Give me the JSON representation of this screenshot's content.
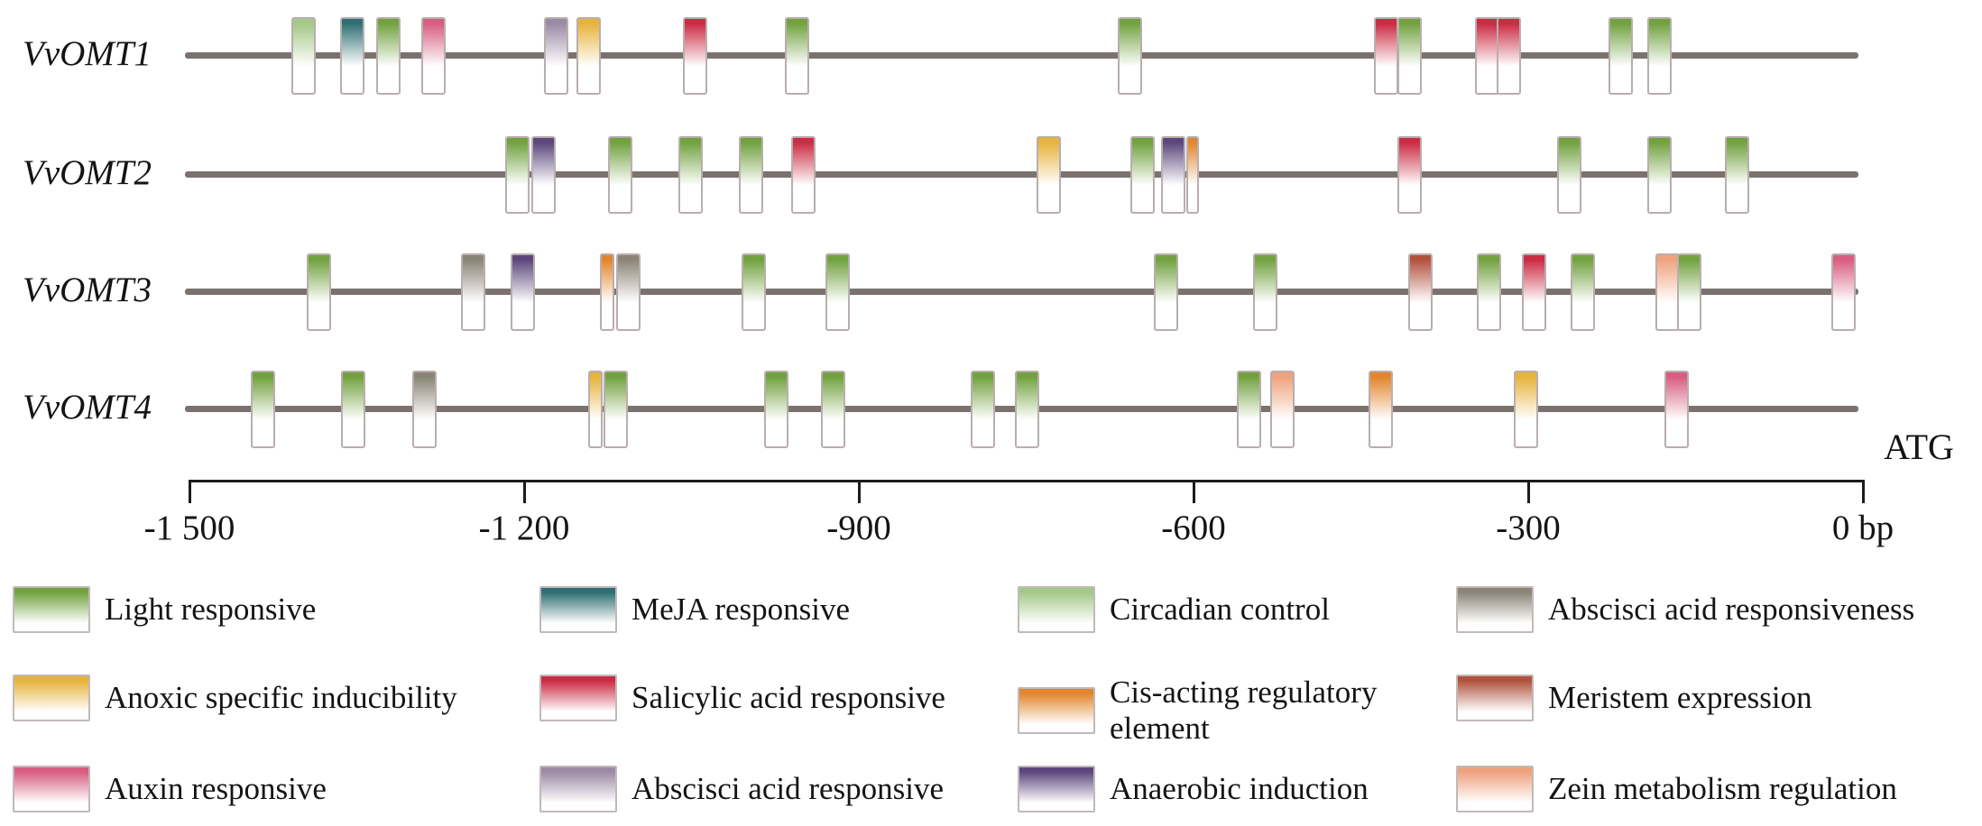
{
  "figure": {
    "atg_label": "ATG",
    "axis": {
      "ticks": [
        {
          "label": "-1 500",
          "bp": -1500
        },
        {
          "label": "-1 200",
          "bp": -1200
        },
        {
          "label": "-900",
          "bp": -900
        },
        {
          "label": "-600",
          "bp": -600
        },
        {
          "label": "-300",
          "bp": -300
        },
        {
          "label": "0 bp",
          "bp": 0
        }
      ]
    },
    "palette": {
      "light": "#72a23f",
      "circadian": "#a4c887",
      "meja": "#2f6f74",
      "anoxic": "#e6b33c",
      "salicylic": "#cb2b43",
      "auxin": "#d75d82",
      "aba_responsive": "#9b8aa5",
      "anaerobic": "#5c477c",
      "cis_acting": "#e2852d",
      "aba_responsiveness": "#8b8577",
      "meristem": "#b1523f",
      "zein": "#eea27e"
    },
    "genes": [
      {
        "name": "VvOMT1",
        "elements": [
          {
            "bp": -1398,
            "type": "circadian"
          },
          {
            "bp": -1354,
            "type": "meja"
          },
          {
            "bp": -1322,
            "type": "light"
          },
          {
            "bp": -1281,
            "type": "auxin"
          },
          {
            "bp": -1171,
            "type": "aba_responsive"
          },
          {
            "bp": -1142,
            "type": "anoxic"
          },
          {
            "bp": -1047,
            "type": "salicylic"
          },
          {
            "bp": -955,
            "type": "light"
          },
          {
            "bp": -657,
            "type": "light"
          },
          {
            "bp": -427,
            "type": "salicylic"
          },
          {
            "bp": -406,
            "type": "light"
          },
          {
            "bp": -337,
            "type": "salicylic"
          },
          {
            "bp": -317,
            "type": "salicylic"
          },
          {
            "bp": -217,
            "type": "light"
          },
          {
            "bp": -182,
            "type": "light"
          }
        ]
      },
      {
        "name": "VvOMT2",
        "elements": [
          {
            "bp": -1206,
            "type": "light"
          },
          {
            "bp": -1183,
            "type": "anaerobic"
          },
          {
            "bp": -1114,
            "type": "light"
          },
          {
            "bp": -1051,
            "type": "light"
          },
          {
            "bp": -997,
            "type": "light"
          },
          {
            "bp": -950,
            "type": "salicylic"
          },
          {
            "bp": -730,
            "type": "anoxic"
          },
          {
            "bp": -646,
            "type": "light"
          },
          {
            "bp": -618,
            "type": "anaerobic"
          },
          {
            "bp": -601,
            "type": "cis_acting",
            "w": 14
          },
          {
            "bp": -406,
            "type": "salicylic"
          },
          {
            "bp": -263,
            "type": "light"
          },
          {
            "bp": -182,
            "type": "light"
          },
          {
            "bp": -113,
            "type": "light"
          }
        ]
      },
      {
        "name": "VvOMT3",
        "elements": [
          {
            "bp": -1384,
            "type": "light"
          },
          {
            "bp": -1246,
            "type": "aba_responsiveness"
          },
          {
            "bp": -1201,
            "type": "anaerobic"
          },
          {
            "bp": -1126,
            "type": "cis_acting",
            "w": 16
          },
          {
            "bp": -1107,
            "type": "aba_responsiveness"
          },
          {
            "bp": -994,
            "type": "light"
          },
          {
            "bp": -919,
            "type": "light"
          },
          {
            "bp": -625,
            "type": "light"
          },
          {
            "bp": -536,
            "type": "light"
          },
          {
            "bp": -397,
            "type": "meristem"
          },
          {
            "bp": -335,
            "type": "light"
          },
          {
            "bp": -295,
            "type": "salicylic"
          },
          {
            "bp": -251,
            "type": "light"
          },
          {
            "bp": -175,
            "type": "zein"
          },
          {
            "bp": -156,
            "type": "light"
          },
          {
            "bp": -17,
            "type": "auxin"
          }
        ]
      },
      {
        "name": "VvOMT4",
        "elements": [
          {
            "bp": -1434,
            "type": "light"
          },
          {
            "bp": -1353,
            "type": "light"
          },
          {
            "bp": -1289,
            "type": "aba_responsiveness"
          },
          {
            "bp": -1136,
            "type": "anoxic",
            "w": 16
          },
          {
            "bp": -1118,
            "type": "light"
          },
          {
            "bp": -974,
            "type": "light"
          },
          {
            "bp": -923,
            "type": "light"
          },
          {
            "bp": -789,
            "type": "light"
          },
          {
            "bp": -749,
            "type": "light"
          },
          {
            "bp": -550,
            "type": "light"
          },
          {
            "bp": -520,
            "type": "zein"
          },
          {
            "bp": -432,
            "type": "cis_acting"
          },
          {
            "bp": -302,
            "type": "anoxic"
          },
          {
            "bp": -167,
            "type": "auxin"
          }
        ]
      }
    ],
    "legend": {
      "columns": [
        [
          {
            "type": "light",
            "label": "Light responsive"
          },
          {
            "type": "anoxic",
            "label": "Anoxic specific inducibility"
          },
          {
            "type": "auxin",
            "label": "Auxin responsive"
          }
        ],
        [
          {
            "type": "meja",
            "label": "MeJA responsive"
          },
          {
            "type": "salicylic",
            "label": "Salicylic acid responsive"
          },
          {
            "type": "aba_responsive",
            "label": "Abscisci acid responsive"
          }
        ],
        [
          {
            "type": "circadian",
            "label": "Circadian control"
          },
          {
            "type": "cis_acting",
            "label": "Cis-acting regulatory element"
          },
          {
            "type": "anaerobic",
            "label": "Anaerobic induction"
          }
        ],
        [
          {
            "type": "aba_responsiveness",
            "label": "Abscisci acid responsiveness"
          },
          {
            "type": "meristem",
            "label": "Meristem expression"
          },
          {
            "type": "zein",
            "label": "Zein metabolism regulation"
          }
        ]
      ]
    }
  }
}
